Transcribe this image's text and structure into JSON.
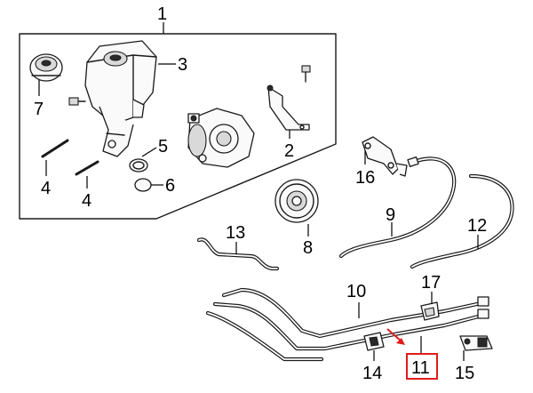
{
  "callouts": [
    {
      "id": "1",
      "label": "1"
    },
    {
      "id": "2",
      "label": "2"
    },
    {
      "id": "3",
      "label": "3"
    },
    {
      "id": "4a",
      "label": "4"
    },
    {
      "id": "4b",
      "label": "4"
    },
    {
      "id": "5",
      "label": "5"
    },
    {
      "id": "6",
      "label": "6"
    },
    {
      "id": "7",
      "label": "7"
    },
    {
      "id": "8",
      "label": "8"
    },
    {
      "id": "9",
      "label": "9"
    },
    {
      "id": "10",
      "label": "10"
    },
    {
      "id": "11",
      "label": "11"
    },
    {
      "id": "12",
      "label": "12"
    },
    {
      "id": "13",
      "label": "13"
    },
    {
      "id": "14",
      "label": "14"
    },
    {
      "id": "15",
      "label": "15"
    },
    {
      "id": "16",
      "label": "16"
    },
    {
      "id": "17",
      "label": "17"
    }
  ],
  "highlight": {
    "callout": "11",
    "color": "#e01b1b"
  }
}
